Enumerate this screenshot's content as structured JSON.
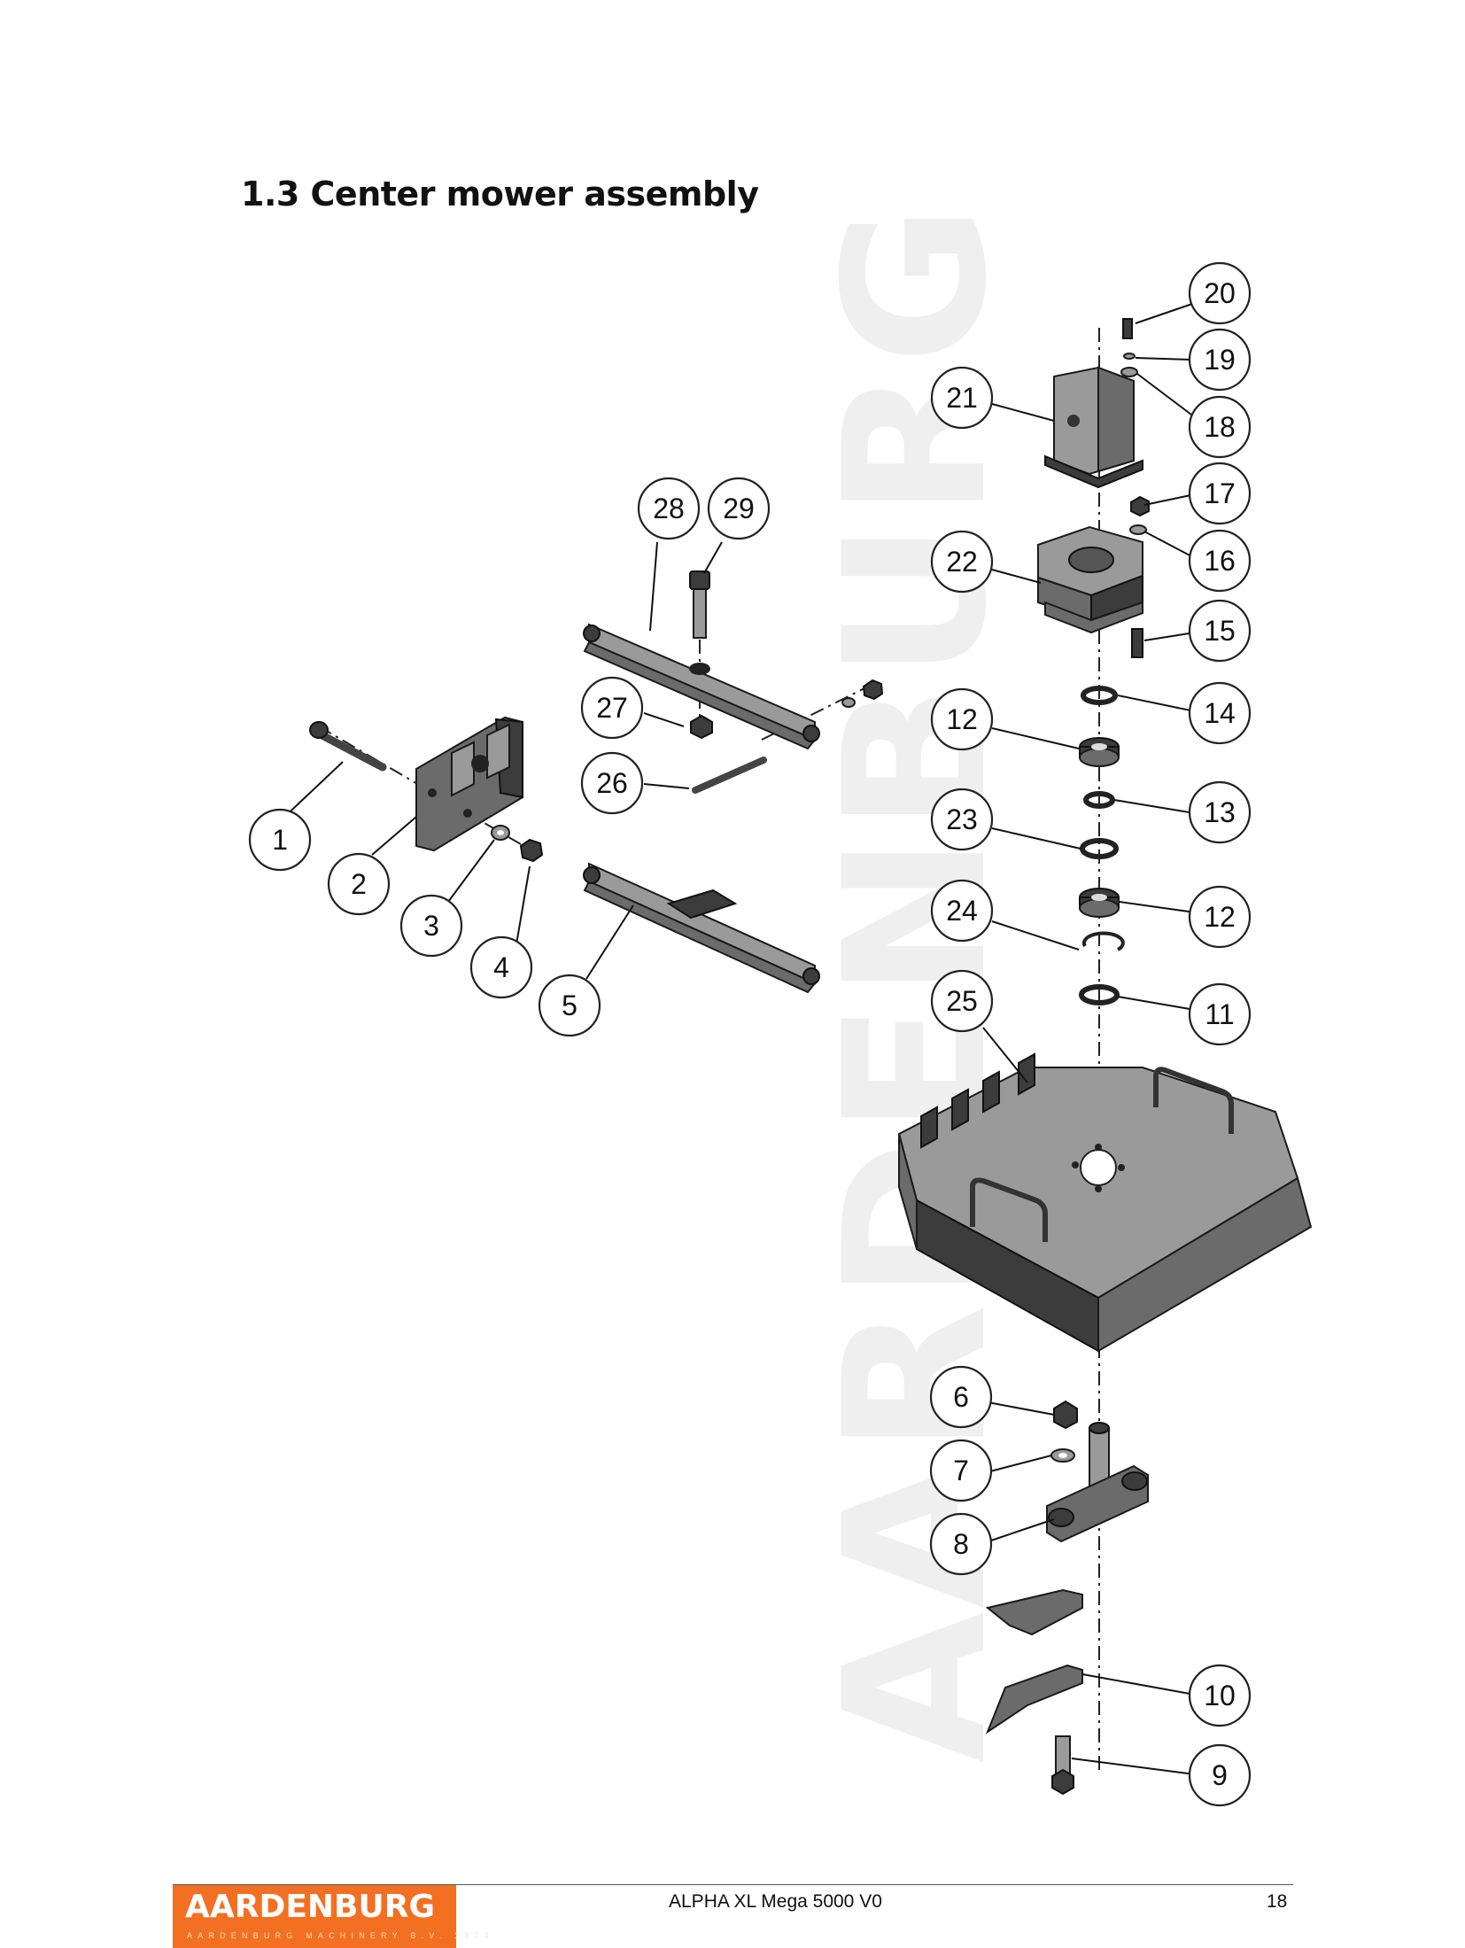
{
  "page": {
    "title": "1.3 Center mower assembly",
    "document_name": "ALPHA XL Mega 5000 V0",
    "page_number": "18"
  },
  "logo": {
    "name": "AARDENBURG",
    "tagline": "AARDENBURG MACHINERY B.V. 1974",
    "color": "#f36f21"
  },
  "watermark": {
    "text": "AARDENBURG",
    "color": "#efefef"
  },
  "callouts": [
    "1",
    "2",
    "3",
    "4",
    "5",
    "6",
    "7",
    "8",
    "9",
    "10",
    "11",
    "12",
    "12",
    "13",
    "14",
    "15",
    "16",
    "17",
    "18",
    "19",
    "20",
    "21",
    "22",
    "23",
    "24",
    "25",
    "26",
    "27",
    "28",
    "29"
  ]
}
